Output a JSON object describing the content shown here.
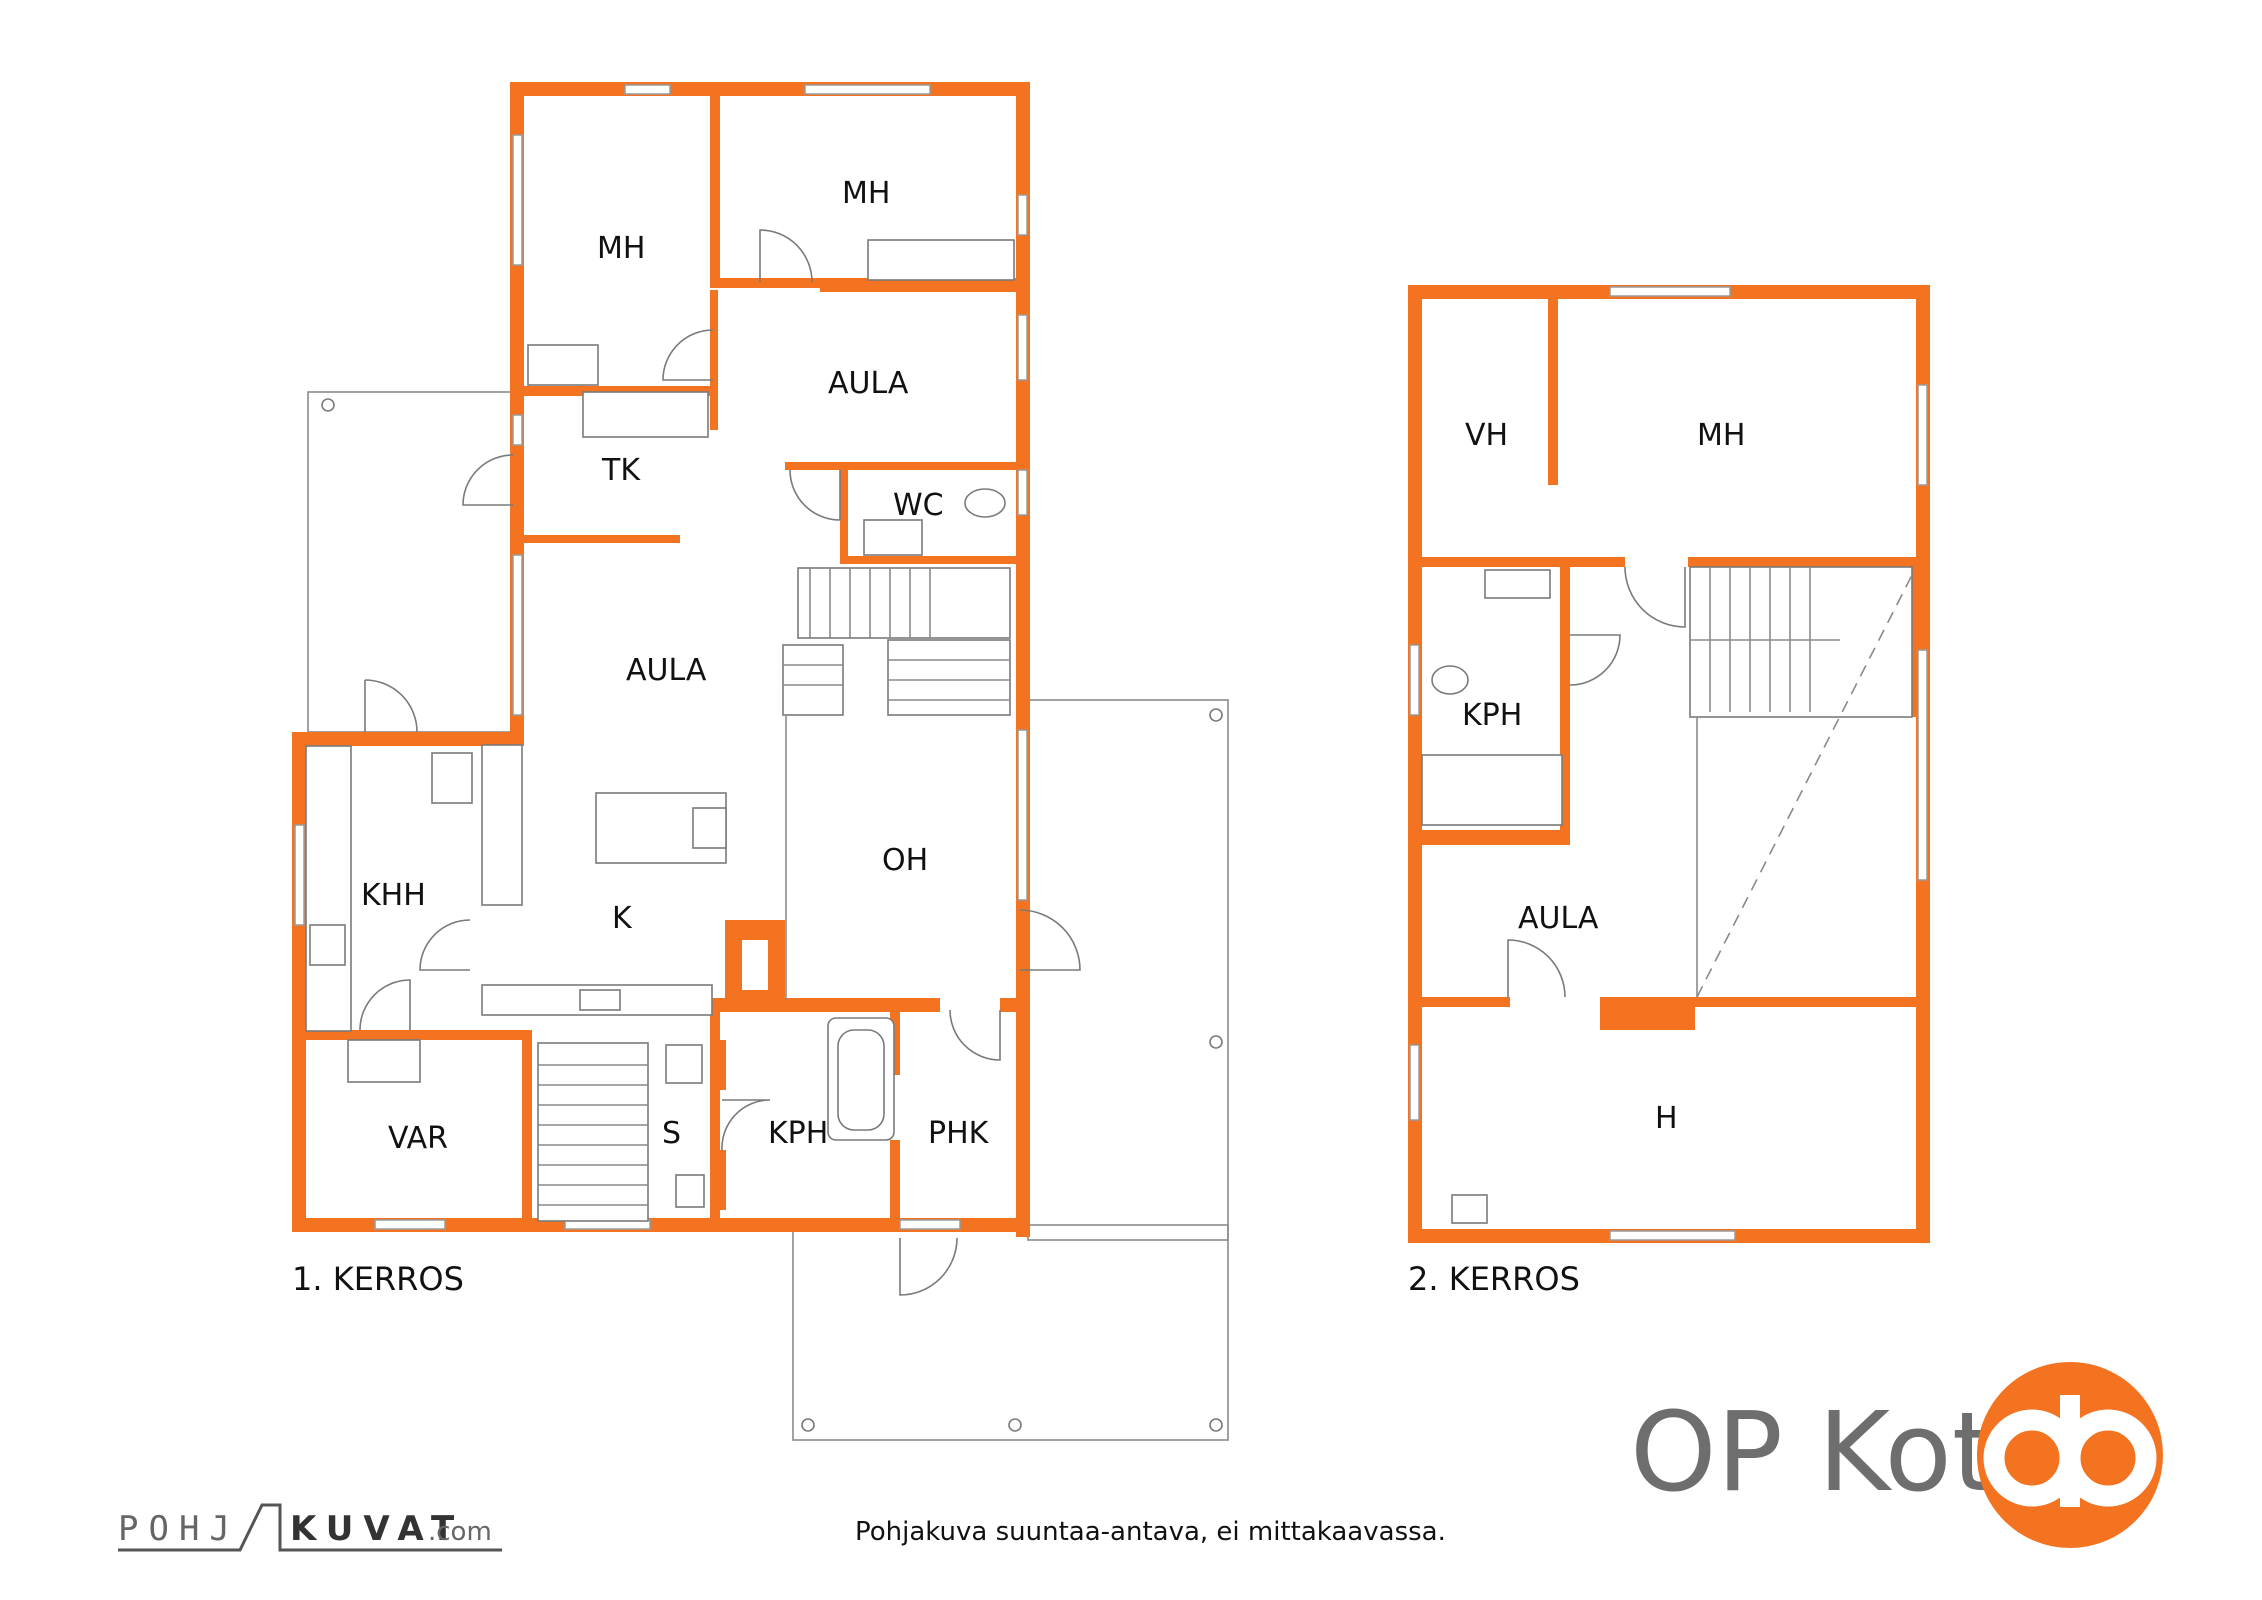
{
  "floor1": {
    "label": "1. KERROS",
    "rooms": {
      "mh_left": "MH",
      "mh_right": "MH",
      "aula_upper": "AULA",
      "tk": "TK",
      "wc": "WC",
      "aula_main": "AULA",
      "k": "K",
      "oh": "OH",
      "khh": "KHH",
      "var": "VAR",
      "s": "S",
      "kph": "KPH",
      "phk": "PHK"
    }
  },
  "floor2": {
    "label": "2. KERROS",
    "rooms": {
      "vh": "VH",
      "mh": "MH",
      "kph": "KPH",
      "aula": "AULA",
      "h": "H"
    }
  },
  "note": "Pohjakuva suuntaa-antava, ei mittakaavassa.",
  "brand": {
    "name": "OP Koti",
    "color": "#f47320",
    "logo_icon": "op-logo-icon"
  },
  "credit": {
    "part1": "POHJ",
    "part2": "KUVAT",
    "suffix": ".com"
  }
}
